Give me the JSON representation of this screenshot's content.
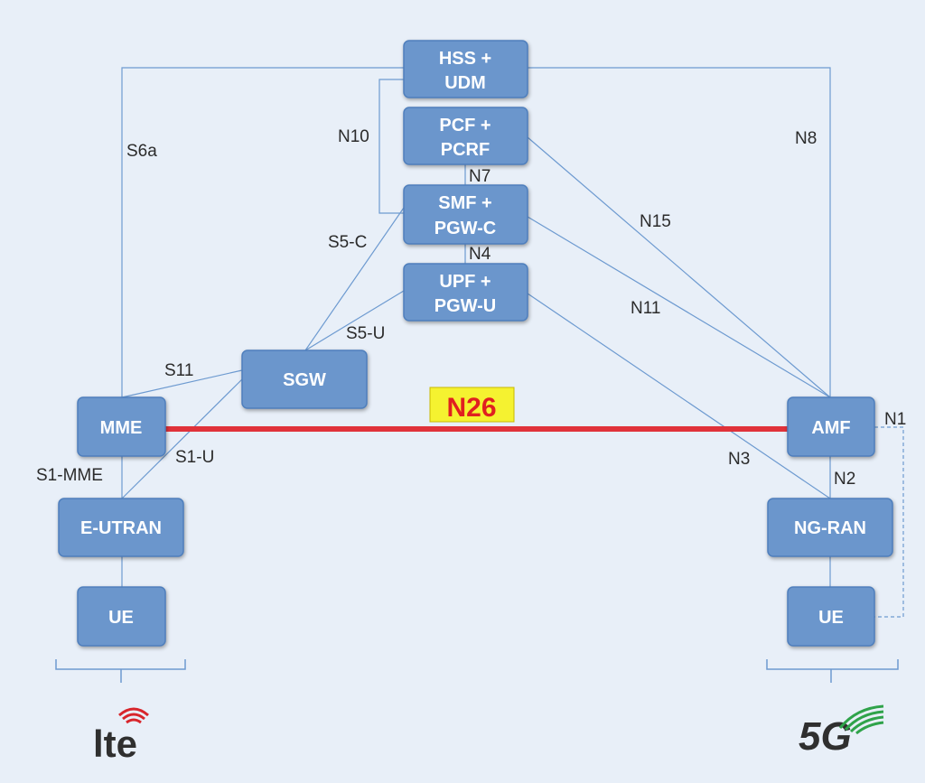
{
  "nodes": {
    "hss_udm": [
      "HSS +",
      "UDM"
    ],
    "pcf_pcrf": [
      "PCF +",
      "PCRF"
    ],
    "smf_pgwc": [
      "SMF +",
      "PGW-C"
    ],
    "upf_pgwu": [
      "UPF +",
      "PGW-U"
    ],
    "sgw": [
      "SGW"
    ],
    "mme": [
      "MME"
    ],
    "eutran": [
      "E-UTRAN"
    ],
    "ue_lte": [
      "UE"
    ],
    "amf": [
      "AMF"
    ],
    "ngran": [
      "NG-RAN"
    ],
    "ue_5g": [
      "UE"
    ]
  },
  "interfaces": {
    "s6a": "S6a",
    "n10": "N10",
    "n7": "N7",
    "n8": "N8",
    "n15": "N15",
    "s5c": "S5-C",
    "n4": "N4",
    "n11": "N11",
    "s5u": "S5-U",
    "s11": "S11",
    "s1u": "S1-U",
    "s1mme": "S1-MME",
    "n3": "N3",
    "n2": "N2",
    "n1": "N1"
  },
  "highlight": {
    "label": "N26",
    "line_color": "#e0323a",
    "box_color": "#f5f230",
    "text_color": "#e02020"
  },
  "logos": {
    "lte": "lte",
    "fiveg": "5G"
  },
  "colors": {
    "background": "#e8eff8",
    "node_fill": "#6b96cc",
    "link": "#6d9ad0"
  }
}
